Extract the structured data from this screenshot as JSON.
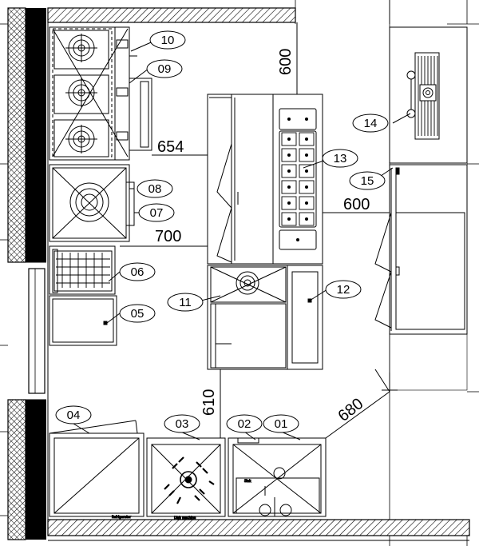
{
  "plan": {
    "equipment_tags": [
      {
        "id": "tag-01",
        "text": "01"
      },
      {
        "id": "tag-02",
        "text": "02"
      },
      {
        "id": "tag-03",
        "text": "03"
      },
      {
        "id": "tag-04",
        "text": "04"
      },
      {
        "id": "tag-05",
        "text": "05"
      },
      {
        "id": "tag-06",
        "text": "06"
      },
      {
        "id": "tag-07",
        "text": "07"
      },
      {
        "id": "tag-08",
        "text": "08"
      },
      {
        "id": "tag-09",
        "text": "09"
      },
      {
        "id": "tag-10",
        "text": "10"
      },
      {
        "id": "tag-11",
        "text": "11"
      },
      {
        "id": "tag-12",
        "text": "12"
      },
      {
        "id": "tag-13",
        "text": "13"
      },
      {
        "id": "tag-14",
        "text": "14"
      },
      {
        "id": "tag-15",
        "text": "15"
      }
    ],
    "dimensions": {
      "top_vertical": "600",
      "range_gap": "654",
      "fryer_gap": "700",
      "island_right": "600",
      "aisle_vertical": "610",
      "diagonal_right": "680"
    }
  }
}
